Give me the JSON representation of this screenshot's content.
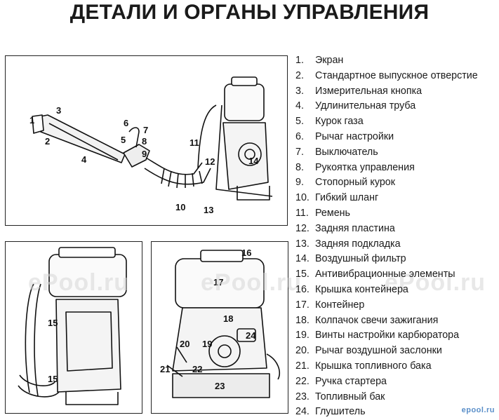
{
  "title": "ДЕТАЛИ И ОРГАНЫ УПРАВЛЕНИЯ",
  "legend": [
    {
      "num": "1.",
      "text": "Экран"
    },
    {
      "num": "2.",
      "text": "Стандартное выпускное отверстие"
    },
    {
      "num": "3.",
      "text": "Измерительная кнопка"
    },
    {
      "num": "4.",
      "text": "Удлинительная труба"
    },
    {
      "num": "5.",
      "text": "Курок газа"
    },
    {
      "num": "6.",
      "text": "Рычаг настройки"
    },
    {
      "num": "7.",
      "text": "Выключатель"
    },
    {
      "num": "8.",
      "text": "Рукоятка управления"
    },
    {
      "num": "9.",
      "text": "Стопорный курок"
    },
    {
      "num": "10.",
      "text": "Гибкий шланг"
    },
    {
      "num": "11.",
      "text": "Ремень"
    },
    {
      "num": "12.",
      "text": "Задняя пластина"
    },
    {
      "num": "13.",
      "text": "Задняя подкладка"
    },
    {
      "num": "14.",
      "text": "Воздушный фильтр"
    },
    {
      "num": "15.",
      "text": "Антивибрационные элементы"
    },
    {
      "num": "16.",
      "text": "Крышка контейнера"
    },
    {
      "num": "17.",
      "text": "Контейнер"
    },
    {
      "num": "18.",
      "text": "Колпачок свечи зажигания"
    },
    {
      "num": "19.",
      "text": "Винты настройки карбюратора"
    },
    {
      "num": "20.",
      "text": "Рычаг воздушной заслонки"
    },
    {
      "num": "21.",
      "text": "Крышка топливного бака"
    },
    {
      "num": "22.",
      "text": "Ручка стартера"
    },
    {
      "num": "23.",
      "text": "Топливный бак"
    },
    {
      "num": "24.",
      "text": "Глушитель"
    }
  ],
  "callouts": {
    "top": {
      "c1": "1",
      "c2": "2",
      "c3": "3",
      "c4": "4",
      "c5": "5",
      "c6": "6",
      "c7": "7",
      "c8": "8",
      "c9": "9",
      "c10": "10",
      "c11": "11",
      "c12": "12",
      "c13": "13",
      "c14": "14"
    },
    "left": {
      "a": "15",
      "b": "15"
    },
    "right": {
      "c16": "16",
      "c17": "17",
      "c18": "18",
      "c19": "19",
      "c20": "20",
      "c21": "21",
      "c22": "22",
      "c23": "23",
      "c24": "24"
    }
  },
  "watermark": "ePool.ru",
  "corner_logo": "epool.ru"
}
